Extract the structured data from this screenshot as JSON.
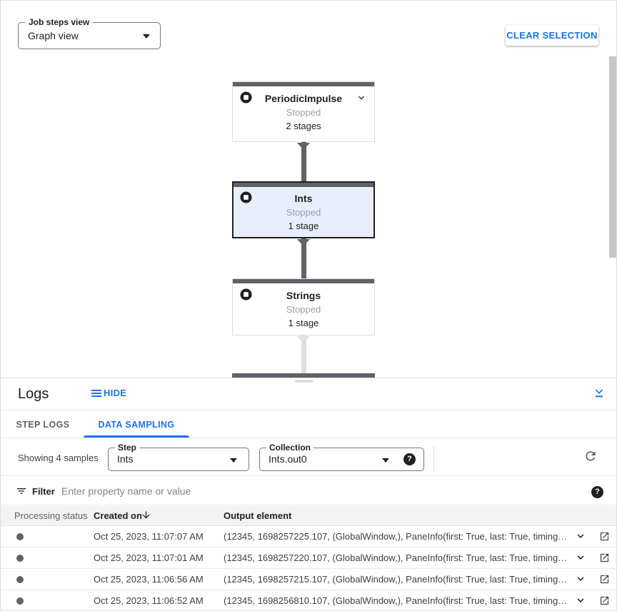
{
  "toolbar": {
    "view_select": {
      "label": "Job steps view",
      "value": "Graph view"
    },
    "clear_selection_label": "CLEAR SELECTION"
  },
  "graph": {
    "nodes": [
      {
        "title": "PeriodicImpulse",
        "status": "Stopped",
        "stages": "2 stages",
        "selected": false
      },
      {
        "title": "Ints",
        "status": "Stopped",
        "stages": "1 stage",
        "selected": true
      },
      {
        "title": "Strings",
        "status": "Stopped",
        "stages": "1 stage",
        "selected": false
      }
    ]
  },
  "logs_panel": {
    "title": "Logs",
    "hide_label": "HIDE",
    "tabs": [
      {
        "label": "STEP LOGS",
        "active": false
      },
      {
        "label": "DATA SAMPLING",
        "active": true
      }
    ],
    "samples_summary": "Showing 4 samples",
    "step_select": {
      "label": "Step",
      "value": "Ints"
    },
    "collection_select": {
      "label": "Collection",
      "value": "Ints.out0"
    },
    "help_icon_glyph": "?",
    "filter": {
      "label": "Filter",
      "placeholder": "Enter property name or value"
    },
    "table": {
      "columns": {
        "status": "Processing status",
        "created": "Created on",
        "output": "Output element"
      },
      "rows": [
        {
          "created_on": "Oct 25, 2023, 11:07:07 AM",
          "output_element": "(12345, 1698257225.107, (GlobalWindow,), PaneInfo(first: True, last: True, timing…"
        },
        {
          "created_on": "Oct 25, 2023, 11:07:01 AM",
          "output_element": "(12345, 1698257220.107, (GlobalWindow,), PaneInfo(first: True, last: True, timing…"
        },
        {
          "created_on": "Oct 25, 2023, 11:06:56 AM",
          "output_element": "(12345, 1698257215.107, (GlobalWindow,), PaneInfo(first: True, last: True, timing…"
        },
        {
          "created_on": "Oct 25, 2023, 11:06:52 AM",
          "output_element": "(12345, 1698256810.107, (GlobalWindow,), PaneInfo(first: True, last: True, timing…"
        }
      ]
    }
  },
  "colors": {
    "accent_blue": "#1a73e8",
    "node_bar_gray": "#5f6368",
    "selected_node_bg": "#e8eefb",
    "status_text_gray": "#9aa0a6",
    "border_gray": "#dadce0"
  }
}
